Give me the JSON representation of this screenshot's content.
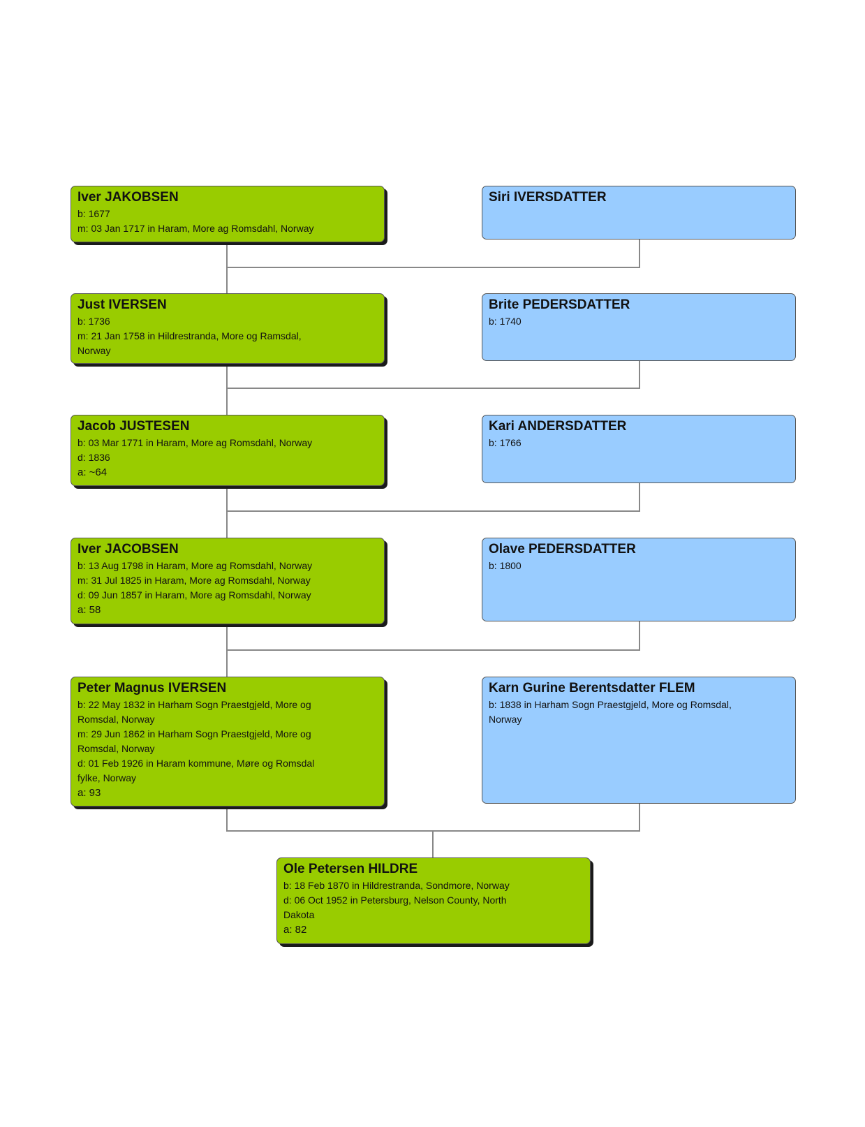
{
  "colors": {
    "male": "#99cc00",
    "female": "#99ccff",
    "connector": "#888888"
  },
  "generations": [
    {
      "husband": {
        "name": "Iver JAKOBSEN",
        "details": [
          "b: 1677",
          "m: 03 Jan 1717 in Haram, More ag Romsdahl, Norway"
        ]
      },
      "wife": {
        "name": "Siri IVERSDATTER",
        "details": []
      }
    },
    {
      "husband": {
        "name": "Just IVERSEN",
        "details": [
          "b: 1736",
          "m: 21 Jan 1758 in Hildrestranda, More og Ramsdal,\nNorway"
        ]
      },
      "wife": {
        "name": "Brite PEDERSDATTER",
        "details": [
          "b: 1740"
        ]
      }
    },
    {
      "husband": {
        "name": "Jacob JUSTESEN",
        "details": [
          "b: 03 Mar 1771 in Haram, More ag Romsdahl, Norway",
          "d: 1836",
          "a: ~64"
        ]
      },
      "wife": {
        "name": "Kari ANDERSDATTER",
        "details": [
          "b: 1766"
        ]
      }
    },
    {
      "husband": {
        "name": "Iver JACOBSEN",
        "details": [
          "b: 13 Aug 1798 in Haram, More ag Romsdahl, Norway",
          "m: 31 Jul 1825 in Haram, More ag Romsdahl, Norway",
          "d: 09 Jun 1857 in Haram, More ag Romsdahl, Norway",
          "a: 58"
        ]
      },
      "wife": {
        "name": "Olave PEDERSDATTER",
        "details": [
          "b: 1800"
        ]
      }
    },
    {
      "husband": {
        "name": "Peter Magnus IVERSEN",
        "details": [
          "b: 22 May 1832 in Harham Sogn Praestgjeld, More og\nRomsdal, Norway",
          "m: 29 Jun 1862 in Harham Sogn Praestgjeld, More og\nRomsdal, Norway",
          "d: 01 Feb 1926 in Haram kommune, Møre og Romsdal\nfylke, Norway",
          "a: 93"
        ]
      },
      "wife": {
        "name": "Karn Gurine Berentsdatter FLEM",
        "details": [
          "b: 1838 in Harham Sogn Praestgjeld, More og Romsdal,\nNorway"
        ]
      }
    }
  ],
  "root": {
    "name": "Ole Petersen HILDRE",
    "details": [
      "b: 18 Feb 1870 in Hildrestranda, Sondmore, Norway",
      "d: 06 Oct 1952 in Petersburg, Nelson County, North\nDakota",
      "a: 82"
    ]
  }
}
